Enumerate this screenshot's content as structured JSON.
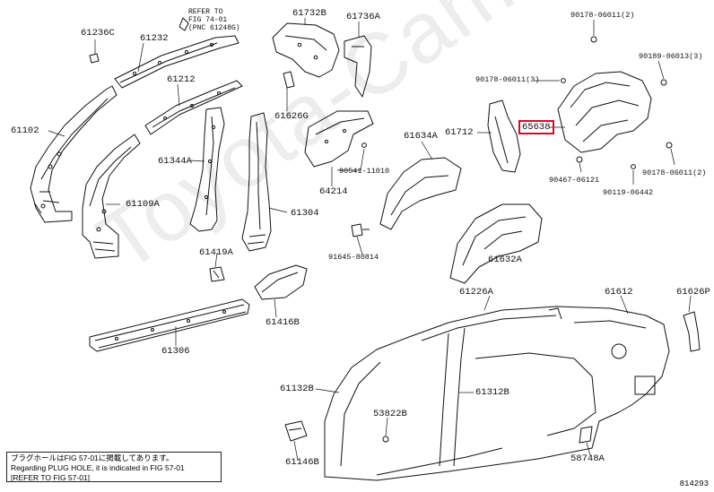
{
  "labels": {
    "p61236C": "61236C",
    "p61232": "61232",
    "p61212": "61212",
    "p61102": "61102",
    "p61344A": "61344A",
    "p61109A": "61109A",
    "p61304": "61304",
    "p61419A": "61419A",
    "p61416B": "61416B",
    "p61306": "61306",
    "p61732B": "61732B",
    "p61736A": "61736A",
    "p61626G": "61626G",
    "p90541": "90541-11010",
    "p64214": "64214",
    "p61634A": "61634A",
    "p61712": "61712",
    "p91645": "91645-80814",
    "p61632A": "61632A",
    "p65638": "65638",
    "p90178_1": "90178-06011(2)",
    "p90189": "90189-06013(3)",
    "p90178_2": "90178-06011(3)",
    "p90467": "90467-06121",
    "p90119": "90119-06442",
    "p90178_3": "90178-06011(2)",
    "p61226A": "61226A",
    "p61612": "61612",
    "p61626P": "61626P",
    "p61132B": "61132B",
    "p61312B": "61312B",
    "p53822B": "53822B",
    "p61146B": "61146B",
    "p58748A": "58748A"
  },
  "reference": {
    "line1": "REFER TO",
    "line2": "FIG 74-01",
    "line3": "(PNC 61248G)"
  },
  "note": {
    "line1": "プラグホールはFIG 57-01に掲載してあります。",
    "line2": "Regarding PLUG HOLE, it is indicated in FIG 57-01",
    "line3": "[REFER TO FIG 57-01]"
  },
  "diagram_id": "814293",
  "watermark": "Toyota-Camry.ru",
  "highlight_color": "#c8102e"
}
